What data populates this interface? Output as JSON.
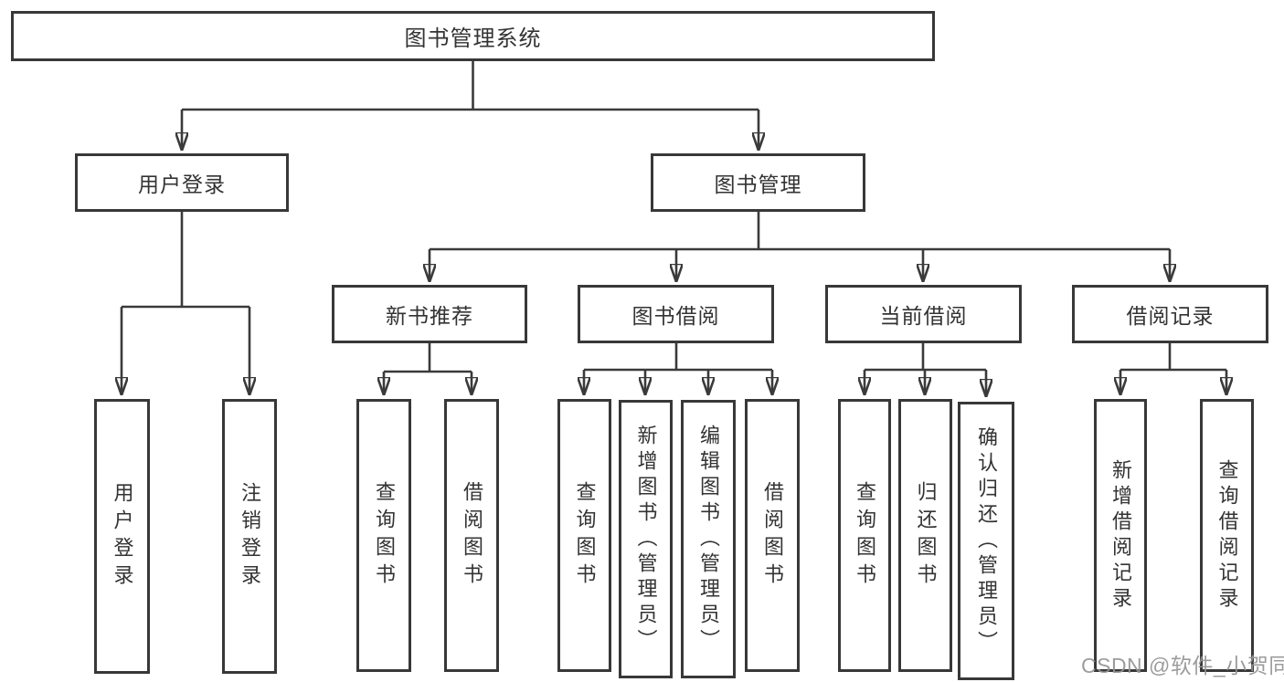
{
  "tree": {
    "root": {
      "label": "图书管理系统"
    },
    "branches": [
      {
        "label": "用户登录",
        "children": [
          {
            "label": "用户登录"
          },
          {
            "label": "注销登录"
          }
        ]
      },
      {
        "label": "图书管理",
        "sections": [
          {
            "label": "新书推荐",
            "children": [
              {
                "label": "查询图书"
              },
              {
                "label": "借阅图书"
              }
            ]
          },
          {
            "label": "图书借阅",
            "children": [
              {
                "label": "查询图书"
              },
              {
                "label": "新增图书（管理员）"
              },
              {
                "label": "编辑图书（管理员）"
              },
              {
                "label": "借阅图书"
              }
            ]
          },
          {
            "label": "当前借阅",
            "children": [
              {
                "label": "查询图书"
              },
              {
                "label": "归还图书"
              },
              {
                "label": "确认归还（管理员）"
              }
            ]
          },
          {
            "label": "借阅记录",
            "children": [
              {
                "label": "新增借阅记录"
              },
              {
                "label": "查询借阅记录"
              }
            ]
          }
        ]
      }
    ]
  },
  "watermark": {
    "text": "CSDN @软件_小贺同学"
  },
  "colors": {
    "line": "#3a3a3a",
    "border": "#383838",
    "text": "#333333",
    "watermark": "#949494",
    "background": "#ffffff"
  }
}
